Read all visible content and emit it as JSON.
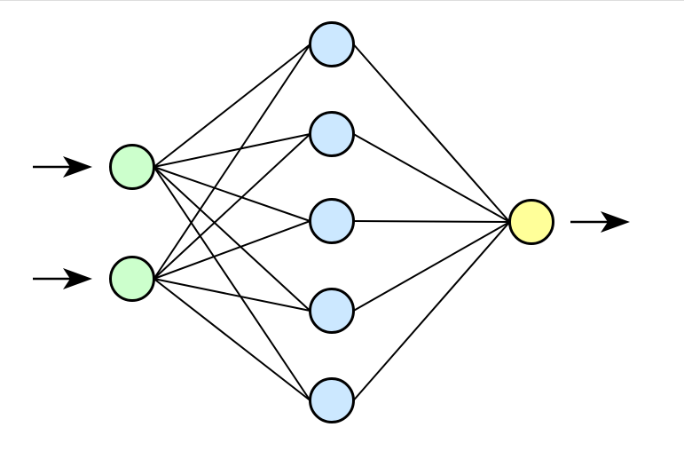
{
  "diagram": {
    "type": "neural-network",
    "layers": [
      {
        "role": "input",
        "nodes": 2,
        "color": "#ccffcc"
      },
      {
        "role": "hidden",
        "nodes": 5,
        "color": "#cce8ff"
      },
      {
        "role": "output",
        "nodes": 1,
        "color": "#ffff99"
      }
    ],
    "connectivity": "fully-connected",
    "input_arrows": 2,
    "output_arrows": 1,
    "stroke_color": "#000000"
  }
}
